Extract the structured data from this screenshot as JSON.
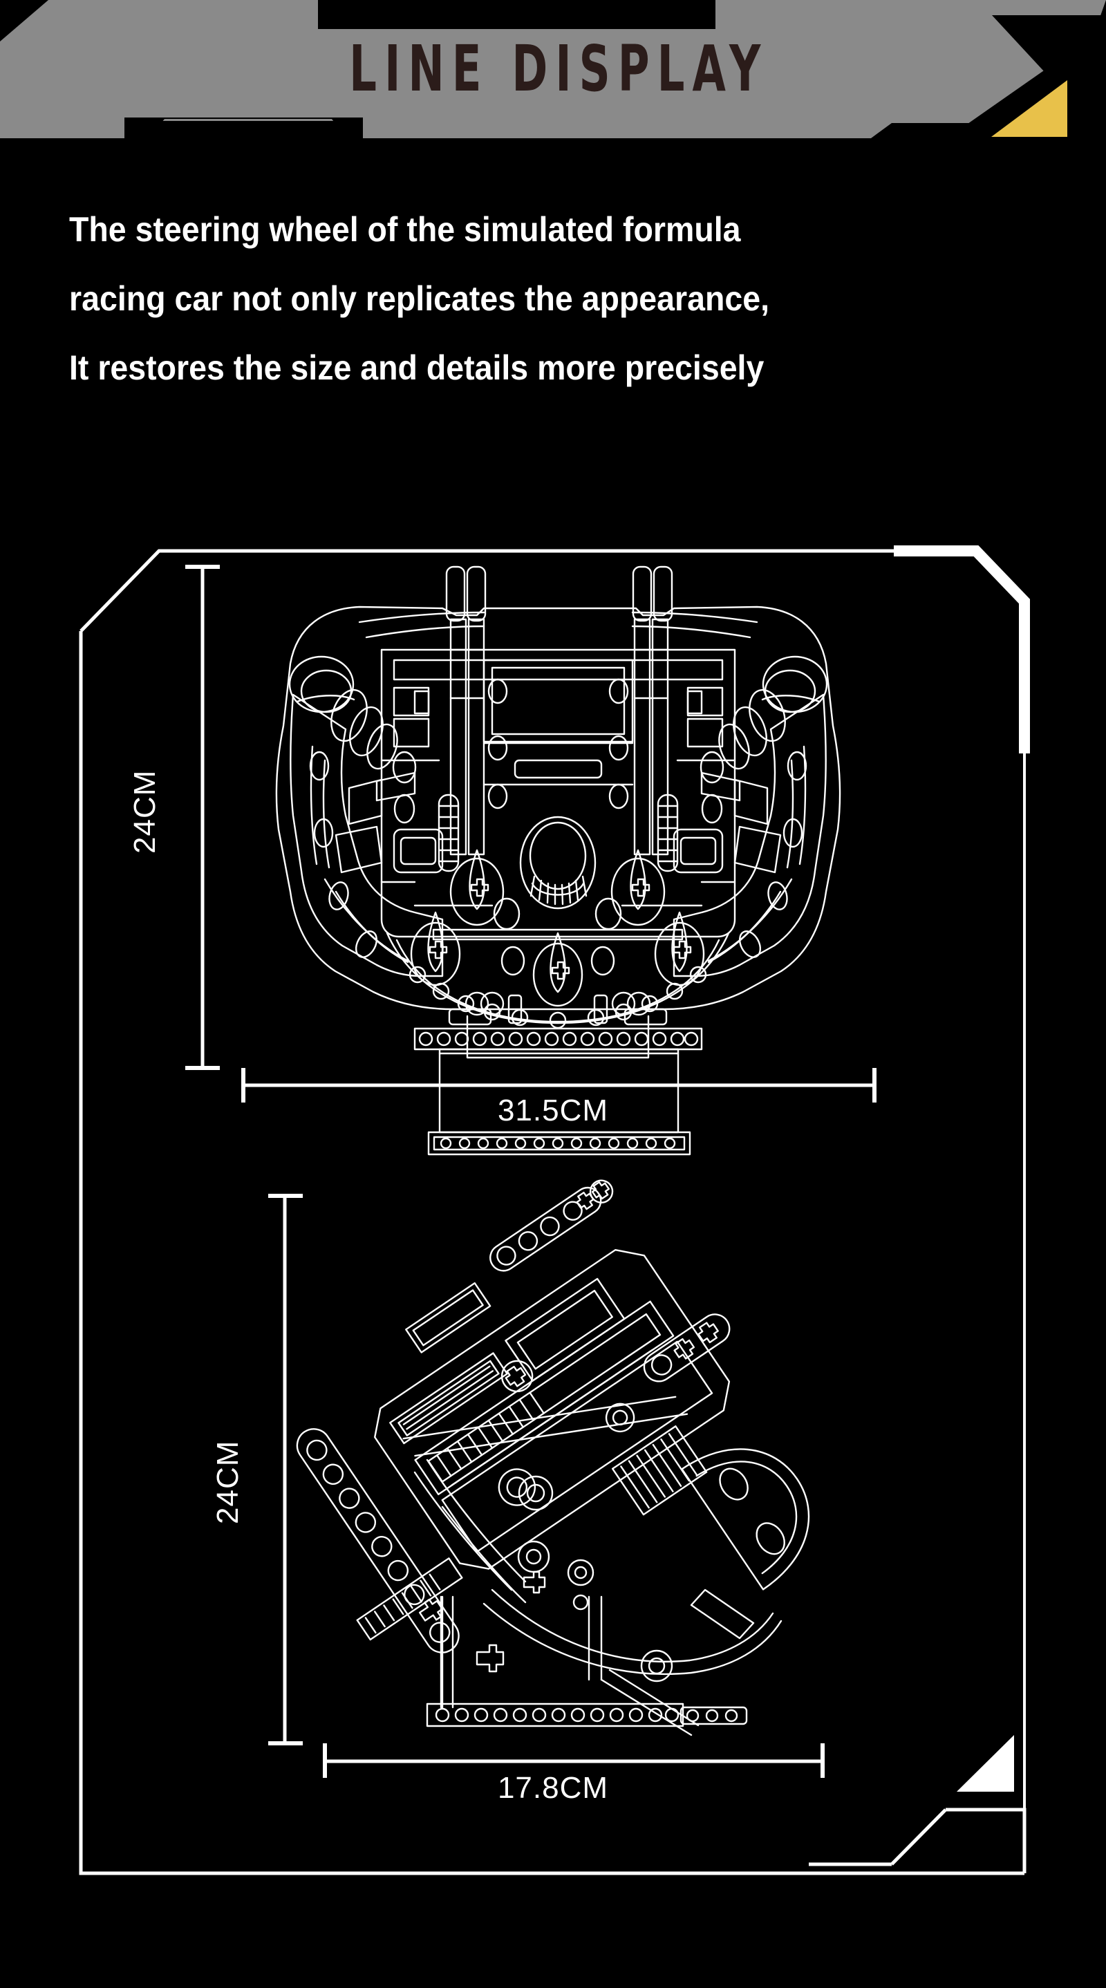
{
  "header": {
    "title": "LINE DISPLAY",
    "bg_color": "#8a8a8a",
    "title_color": "#2b1c1a",
    "accent_color": "#e8c14a"
  },
  "description": {
    "lines": [
      "The steering wheel of the simulated formula",
      "racing car not only replicates the appearance,",
      "It restores the size and details more precisely"
    ]
  },
  "frame": {
    "line_color": "#ffffff"
  },
  "diagrams": [
    {
      "name": "steering-wheel-front-view",
      "height_label": "24CM",
      "width_label": "31.5CM"
    },
    {
      "name": "steering-wheel-side-view",
      "height_label": "24CM",
      "width_label": "17.8CM"
    }
  ]
}
